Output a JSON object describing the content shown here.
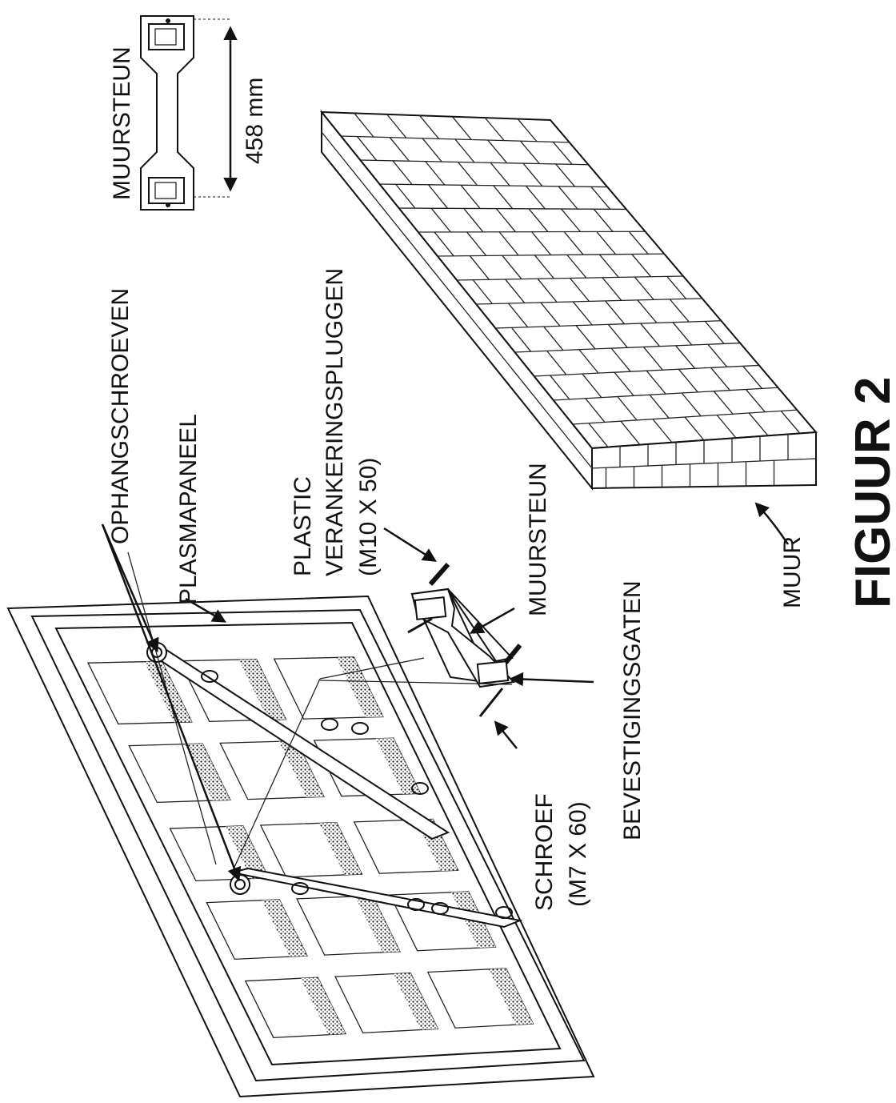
{
  "labels": {
    "muursteun_top": "MUURSTEUN",
    "dimension": "458 mm",
    "ophangschroeven": "OPHANGSCHROEVEN",
    "plasmapaneel": "PLASMAPANEEL",
    "plastic_line1": "PLASTIC",
    "plastic_line2": "VERANKERINGSPLUGGEN",
    "plastic_line3": "(M10 X 50)",
    "muursteun_mid": "MUURSTEUN",
    "bevestigingsgaten": "BEVESTIGINGSGATEN",
    "schroef_line1": "SCHROEF",
    "schroef_line2": "(M7 X 60)",
    "muur": "MUUR",
    "figure_title": "FIGUUR 2"
  },
  "colors": {
    "ink": "#111111",
    "paper": "#ffffff"
  }
}
